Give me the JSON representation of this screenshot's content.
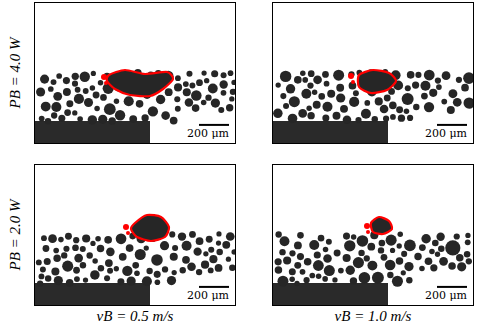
{
  "diagram": {
    "nodes": [
      {
        "text": [
          "200 μm"
        ]
      },
      {
        "text": [
          "200 μm"
        ]
      },
      {
        "text": [
          "200 μm"
        ]
      },
      {
        "text": [
          "200 μm"
        ]
      }
    ],
    "labels": [
      "PB = 4.0 W",
      "PB = 2.0 W",
      "vB = 0.5 m/s",
      "vB = 1.0 m/s"
    ]
  }
}
